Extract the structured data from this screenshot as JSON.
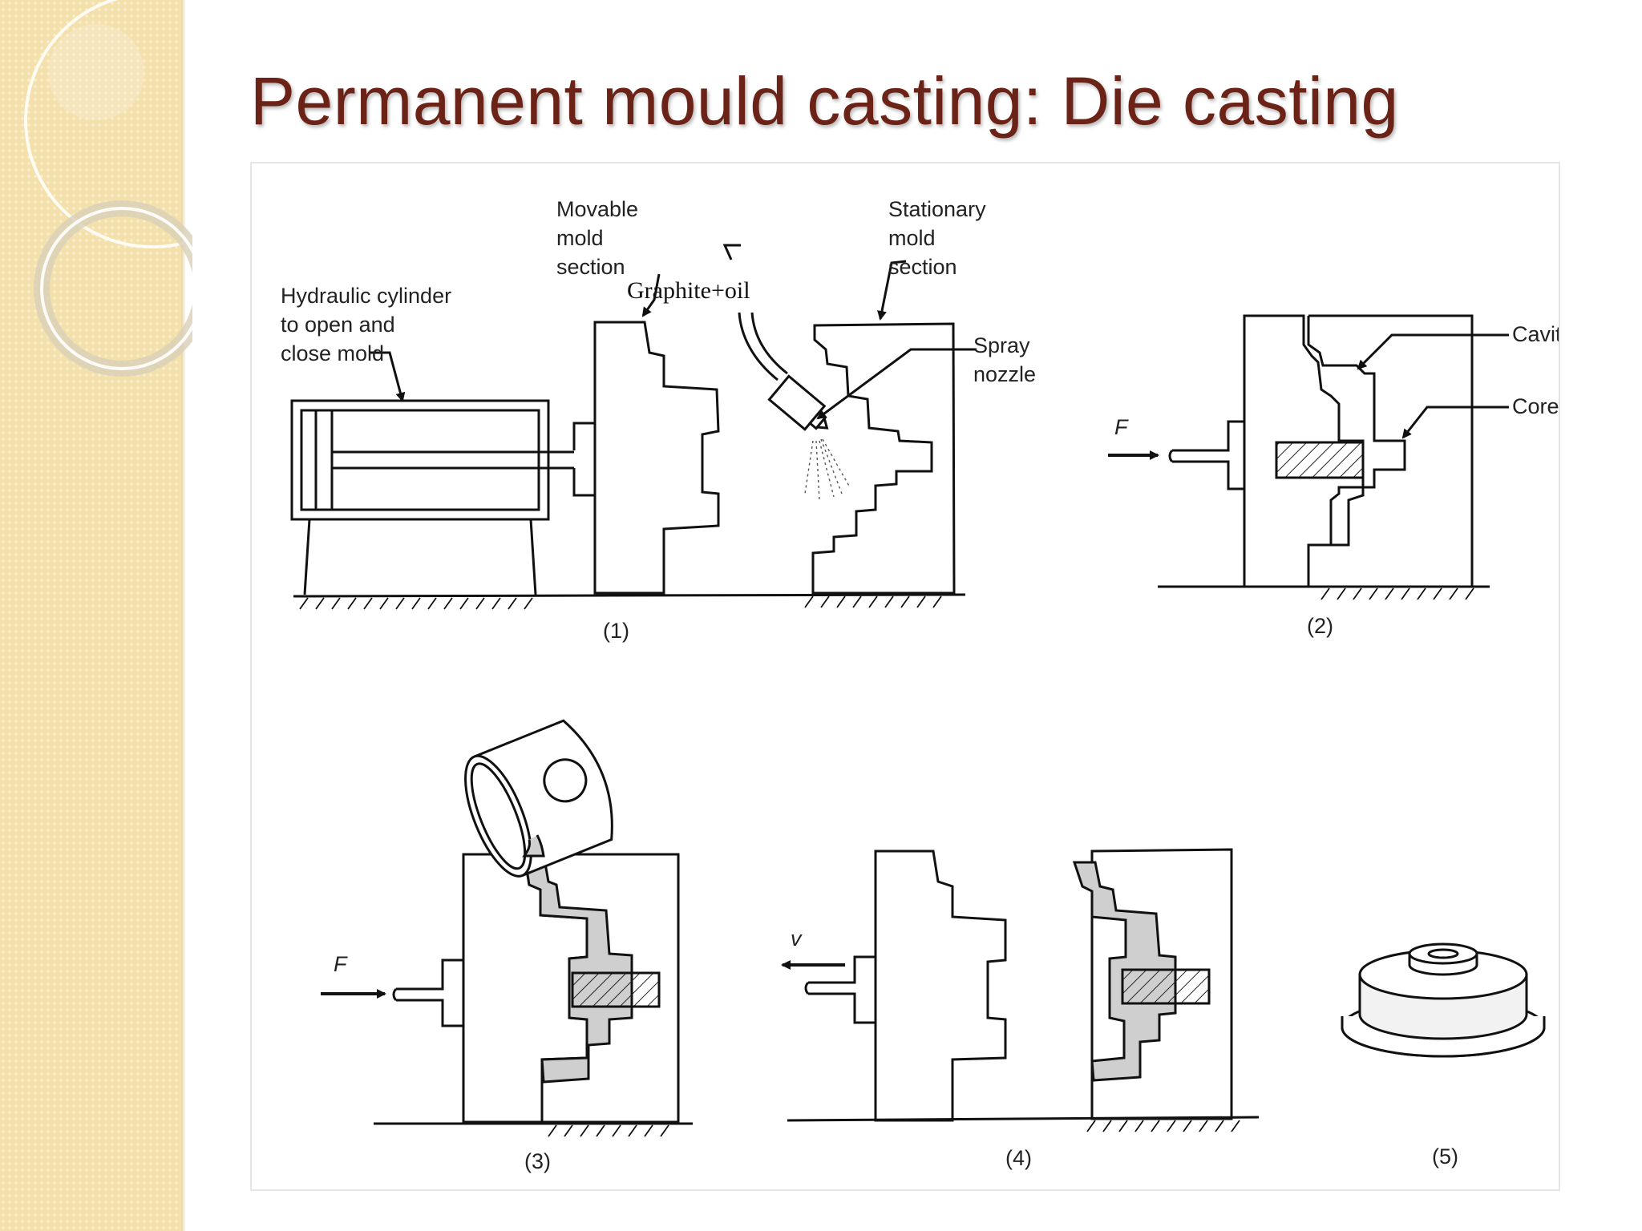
{
  "slide": {
    "title": "Permanent mould casting: Die casting"
  },
  "figure": {
    "labels": {
      "hydraulic_1": "Hydraulic cylinder",
      "hydraulic_2": "to open and",
      "hydraulic_3": "close mold",
      "movable_1": "Movable",
      "movable_2": "mold",
      "movable_3": "section",
      "graphite_oil": "Graphite+oil",
      "stationary_1": "Stationary",
      "stationary_2": "mold",
      "stationary_3": "section",
      "spray_1": "Spray",
      "spray_2": "nozzle",
      "cavity": "Cavity",
      "core": "Core",
      "force_2": "F",
      "force_3": "F",
      "velocity_4": "v"
    },
    "captions": {
      "step1": "(1)",
      "step2": "(2)",
      "step3": "(3)",
      "step4": "(4)",
      "step5": "(5)"
    }
  }
}
